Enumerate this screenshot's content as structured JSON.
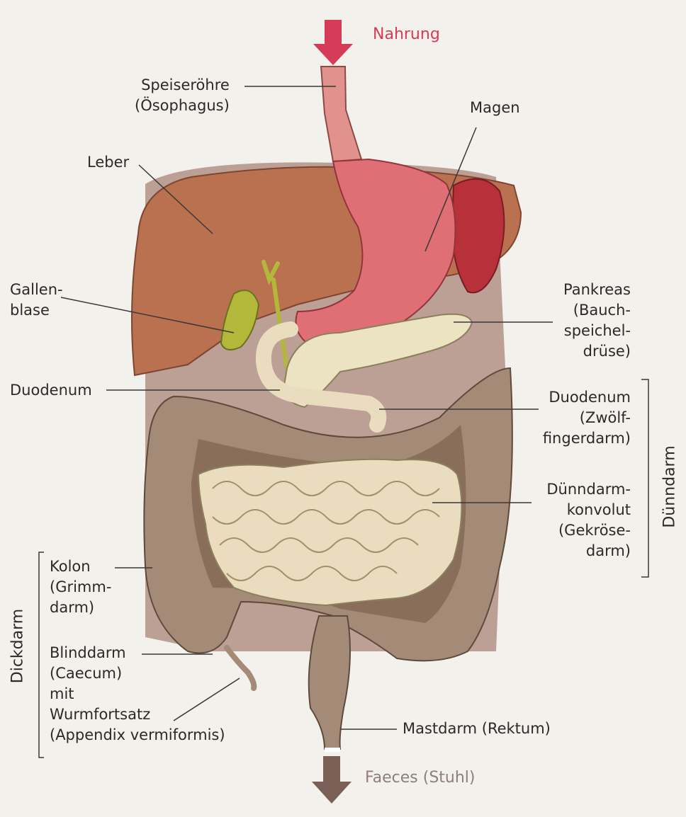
{
  "flow": {
    "input": "Nahrung",
    "output": "Faeces (Stuhl)"
  },
  "labels": {
    "oesophagus": [
      "Speiseröhre",
      "(Ösophagus)"
    ],
    "magen": [
      "Magen"
    ],
    "leber": [
      "Leber"
    ],
    "gallenblase": [
      "Gallen-",
      "blase"
    ],
    "pankreas": [
      "Pankreas",
      "(Bauch-",
      "speichel-",
      "drüse)"
    ],
    "duodenum_left": [
      "Duodenum"
    ],
    "duodenum_right": [
      "Duodenum",
      "(Zwölf-",
      "fingerdarm)"
    ],
    "duenndarmkonvolut": [
      "Dünndarm-",
      "konvolut",
      "(Gekröse-",
      "darm)"
    ],
    "kolon": [
      "Kolon",
      "(Grimm-",
      "darm)"
    ],
    "blinddarm": [
      "Blinddarm",
      "(Caecum)",
      "mit",
      "Wurmfortsatz",
      "(Appendix vermiformis)"
    ],
    "mastdarm": [
      "Mastdarm (Rektum)"
    ]
  },
  "groups": {
    "duenndarm": "Dünndarm",
    "dickdarm": "Dickdarm"
  },
  "colors": {
    "flow_in": "#d63b58",
    "flow_out": "#7a5f57",
    "liver": "#b9714f",
    "stomach": "#df6f75",
    "spleen": "#b7303a",
    "pancreas": "#ece3c2",
    "gallbladder": "#b4b83a",
    "colon": "#a48b77",
    "small_intestine": "#e9dcbf"
  }
}
